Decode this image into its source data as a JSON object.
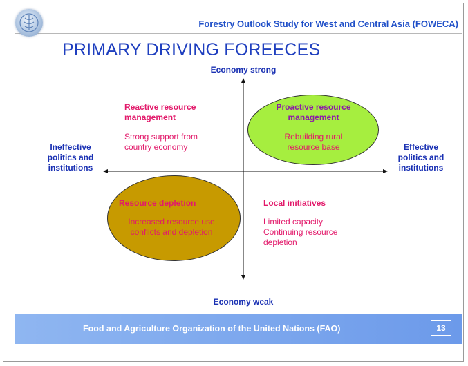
{
  "header": {
    "org_title": "Forestry Outlook Study for West and Central Asia (FOWECA)",
    "main_title": "PRIMARY DRIVING FOREECES"
  },
  "axes": {
    "top": "Economy strong",
    "bottom": "Economy weak",
    "left": "Ineffective politics and institutions",
    "right": "Effective politics and institutions"
  },
  "quadrants": {
    "top_left": {
      "title": "Reactive resource management",
      "text": "Strong support from country economy"
    },
    "top_right": {
      "title": "Proactive resource management",
      "text": "Rebuilding rural resource base",
      "fill": "#a6ee3f"
    },
    "bottom_left": {
      "title": "Resource depletion",
      "text": "Increased resource use conflicts and depletion",
      "fill": "#c79a00"
    },
    "bottom_right": {
      "title": "Local initiatives",
      "text": "Limited capacity Continuing resource depletion"
    }
  },
  "footer": {
    "text": "Food and Agriculture Organization of the United Nations (FAO)",
    "page_number": "13"
  },
  "colors": {
    "title_blue": "#1f3fbf",
    "label_blue": "#1a31b3",
    "magenta": "#e2196a",
    "purple": "#8c1aa8",
    "footer_blue": "#7aa7ee"
  }
}
